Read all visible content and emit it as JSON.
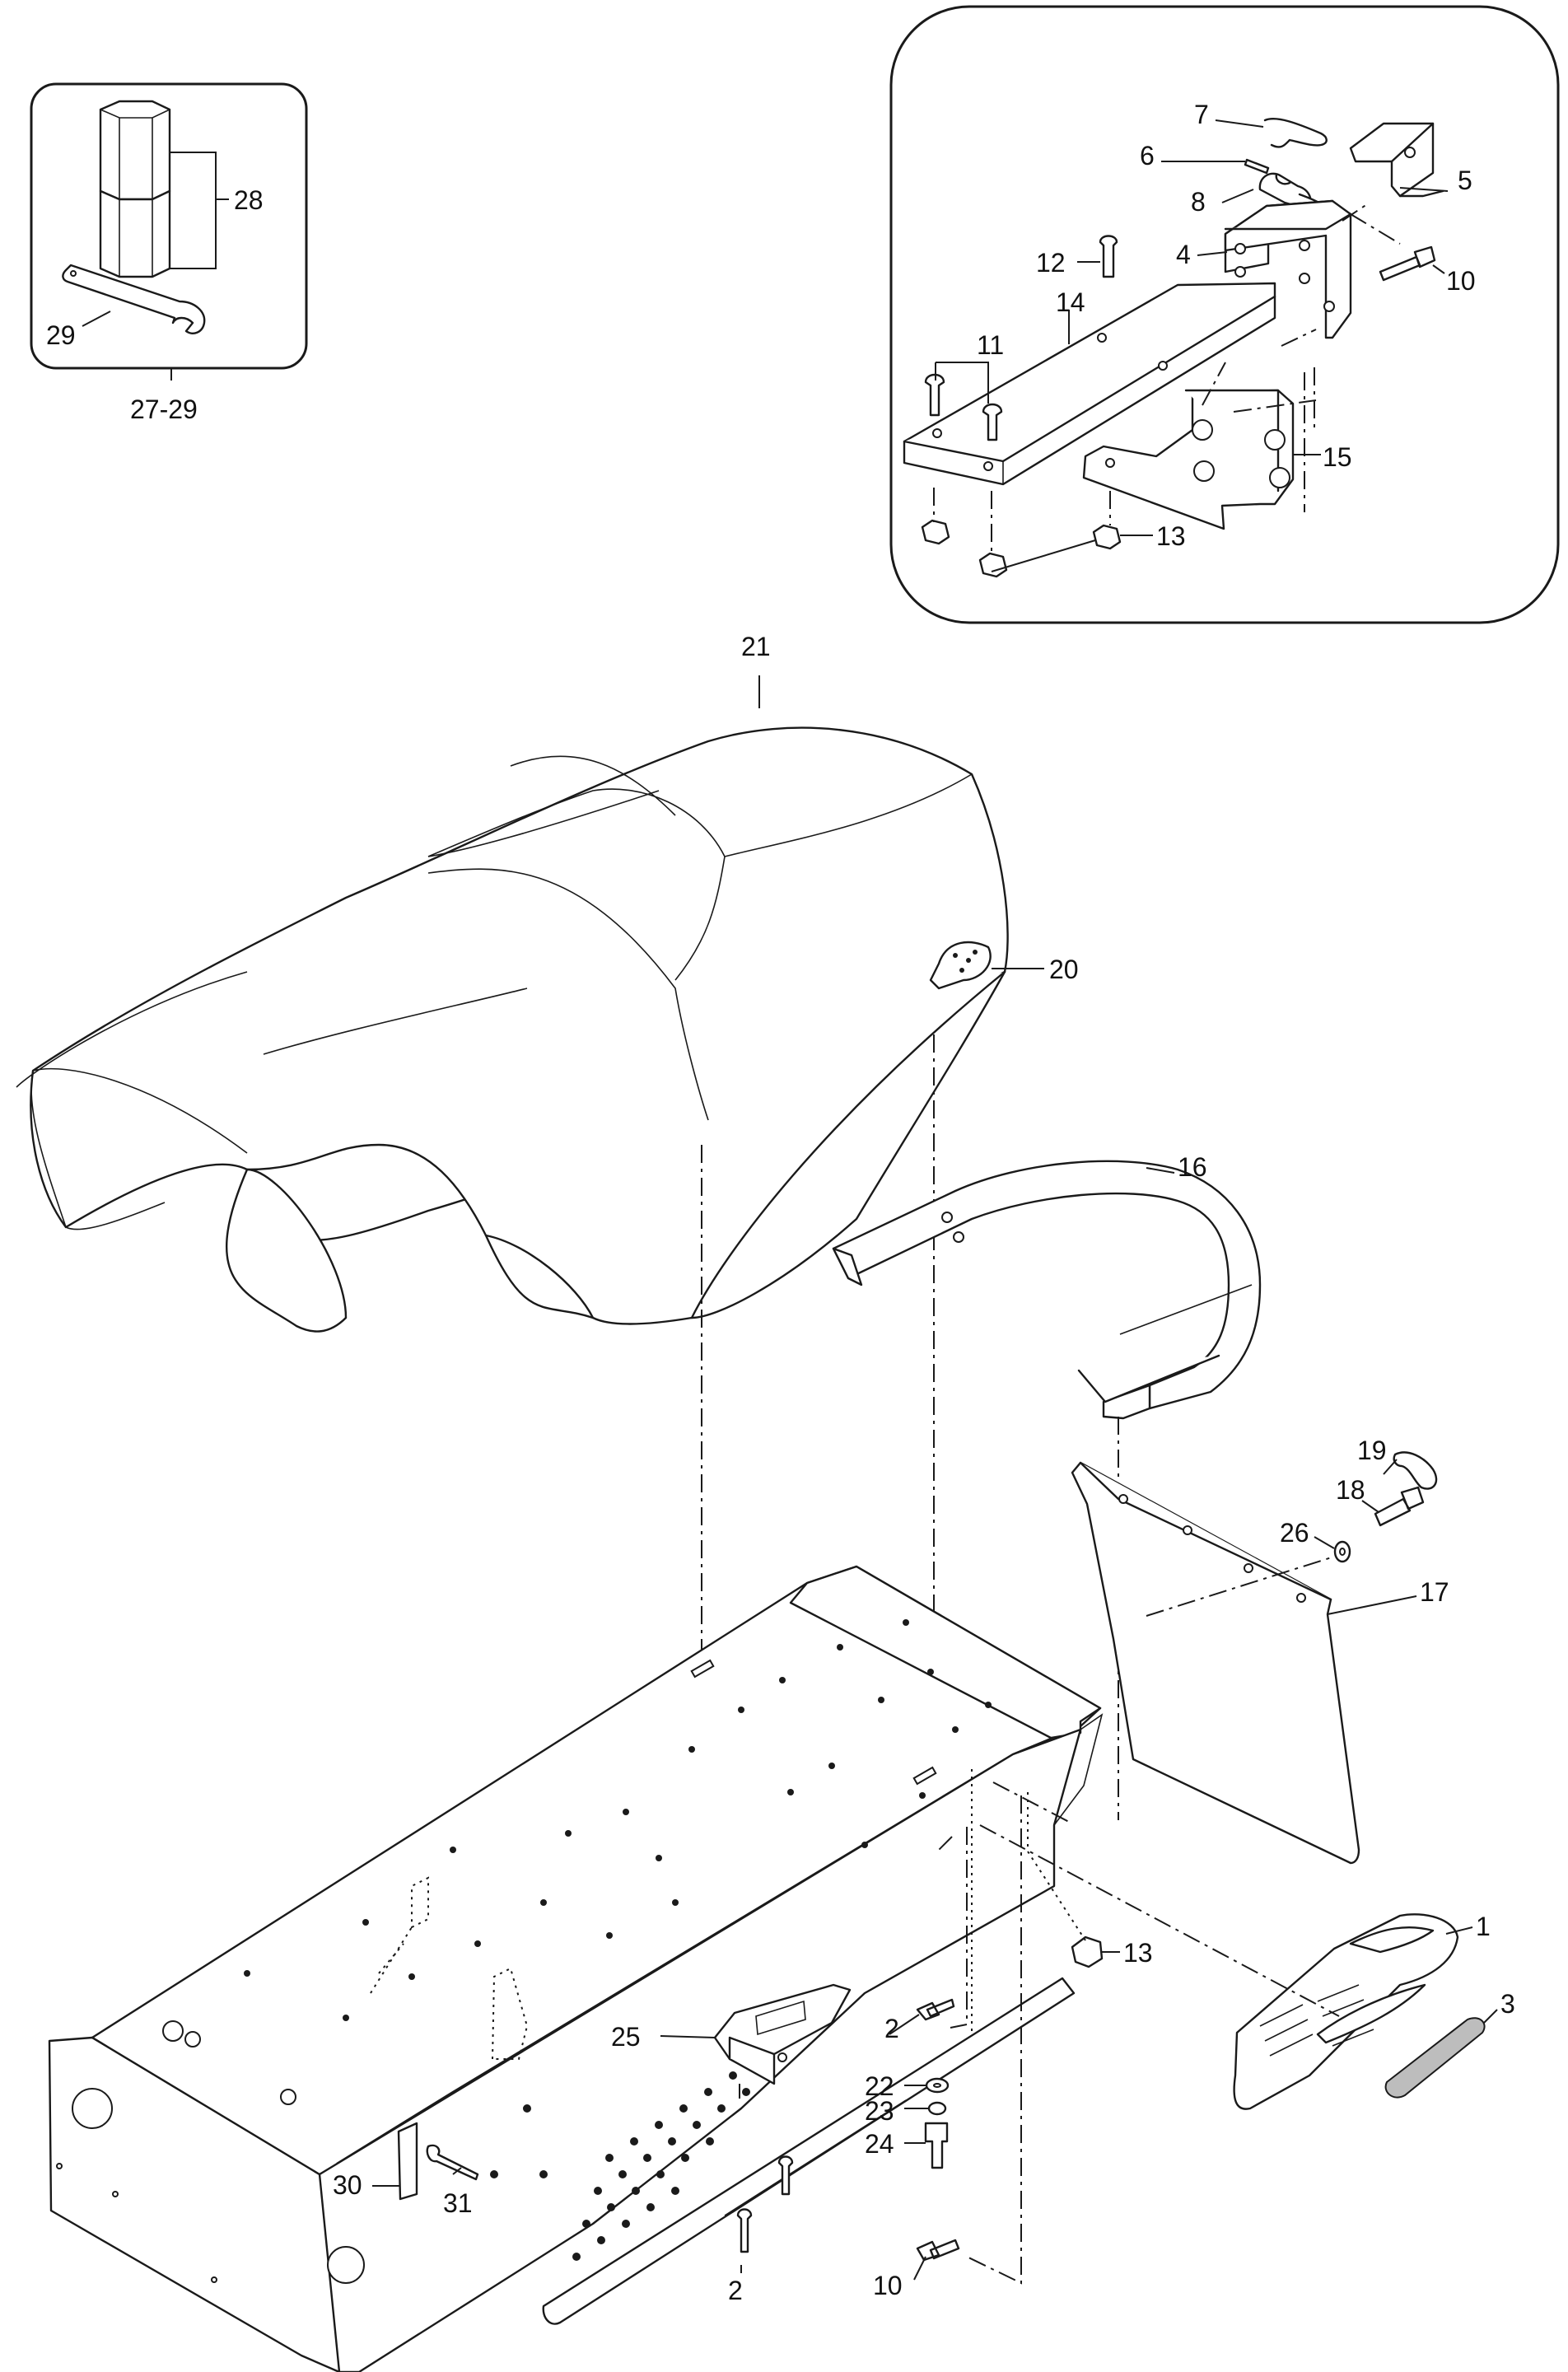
{
  "callouts": [
    {
      "id": "c1",
      "text": "1"
    },
    {
      "id": "c2a",
      "text": "2"
    },
    {
      "id": "c2b",
      "text": "2"
    },
    {
      "id": "c3",
      "text": "3"
    },
    {
      "id": "c4",
      "text": "4"
    },
    {
      "id": "c5",
      "text": "5"
    },
    {
      "id": "c6",
      "text": "6"
    },
    {
      "id": "c7",
      "text": "7"
    },
    {
      "id": "c8",
      "text": "8"
    },
    {
      "id": "c10a",
      "text": "10"
    },
    {
      "id": "c10b",
      "text": "10"
    },
    {
      "id": "c11",
      "text": "11"
    },
    {
      "id": "c12",
      "text": "12"
    },
    {
      "id": "c13a",
      "text": "13"
    },
    {
      "id": "c13b",
      "text": "13"
    },
    {
      "id": "c14",
      "text": "14"
    },
    {
      "id": "c15",
      "text": "15"
    },
    {
      "id": "c16",
      "text": "16"
    },
    {
      "id": "c17",
      "text": "17"
    },
    {
      "id": "c18",
      "text": "18"
    },
    {
      "id": "c19",
      "text": "19"
    },
    {
      "id": "c20",
      "text": "20"
    },
    {
      "id": "c21",
      "text": "21"
    },
    {
      "id": "c22",
      "text": "22"
    },
    {
      "id": "c23",
      "text": "23"
    },
    {
      "id": "c24",
      "text": "24"
    },
    {
      "id": "c25",
      "text": "25"
    },
    {
      "id": "c26",
      "text": "26"
    },
    {
      "id": "c27_29",
      "text": "27-29"
    },
    {
      "id": "c28",
      "text": "28"
    },
    {
      "id": "c29",
      "text": "29"
    },
    {
      "id": "c30",
      "text": "30"
    },
    {
      "id": "c31",
      "text": "31"
    }
  ]
}
